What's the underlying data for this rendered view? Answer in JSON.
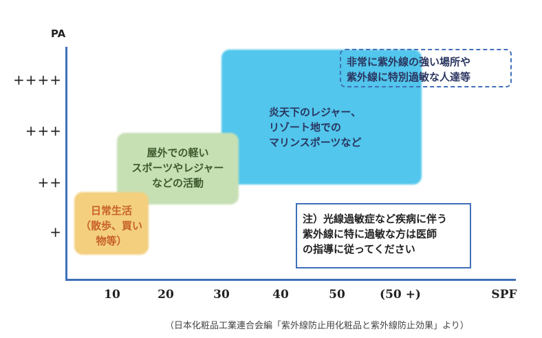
{
  "axes": {
    "y_title": "PA",
    "y_ticks": [
      "++++",
      "+++",
      "++",
      "+"
    ],
    "x_title": "SPF",
    "x_ticks": [
      "10",
      "20",
      "30",
      "40",
      "50",
      "(50 +)"
    ]
  },
  "regions": {
    "daily": {
      "lines": [
        "日常生活",
        "（散歩、買い",
        "物等）"
      ],
      "color": "#f3cf7e",
      "text_color": "#c8612a"
    },
    "outdoor": {
      "lines": [
        "屋外での軽い",
        "スポーツやレジャー",
        "などの活動"
      ],
      "color": "#c6e0b4",
      "text_color": "#3d5a2e"
    },
    "resort": {
      "lines": [
        "炎天下のレジャー、",
        "リゾート地での",
        "マリンスポーツなど"
      ],
      "color": "#52c6ec",
      "text_color": "#2a3560"
    },
    "extreme": {
      "lines": [
        "非常に紫外線の強い場所や",
        "紫外線に特別過敏な人達等"
      ],
      "text_color": "#2a3560"
    }
  },
  "note": {
    "lines": [
      "注）光線過敏症など疾病に伴う",
      "紫外線に特に過敏な方は医師",
      "の指導に従ってください"
    ]
  },
  "source": "（日本化粧品工業連合会編「紫外線防止用化粧品と紫外線防止効果」より）",
  "colors": {
    "axis": "#3f6fb8"
  }
}
